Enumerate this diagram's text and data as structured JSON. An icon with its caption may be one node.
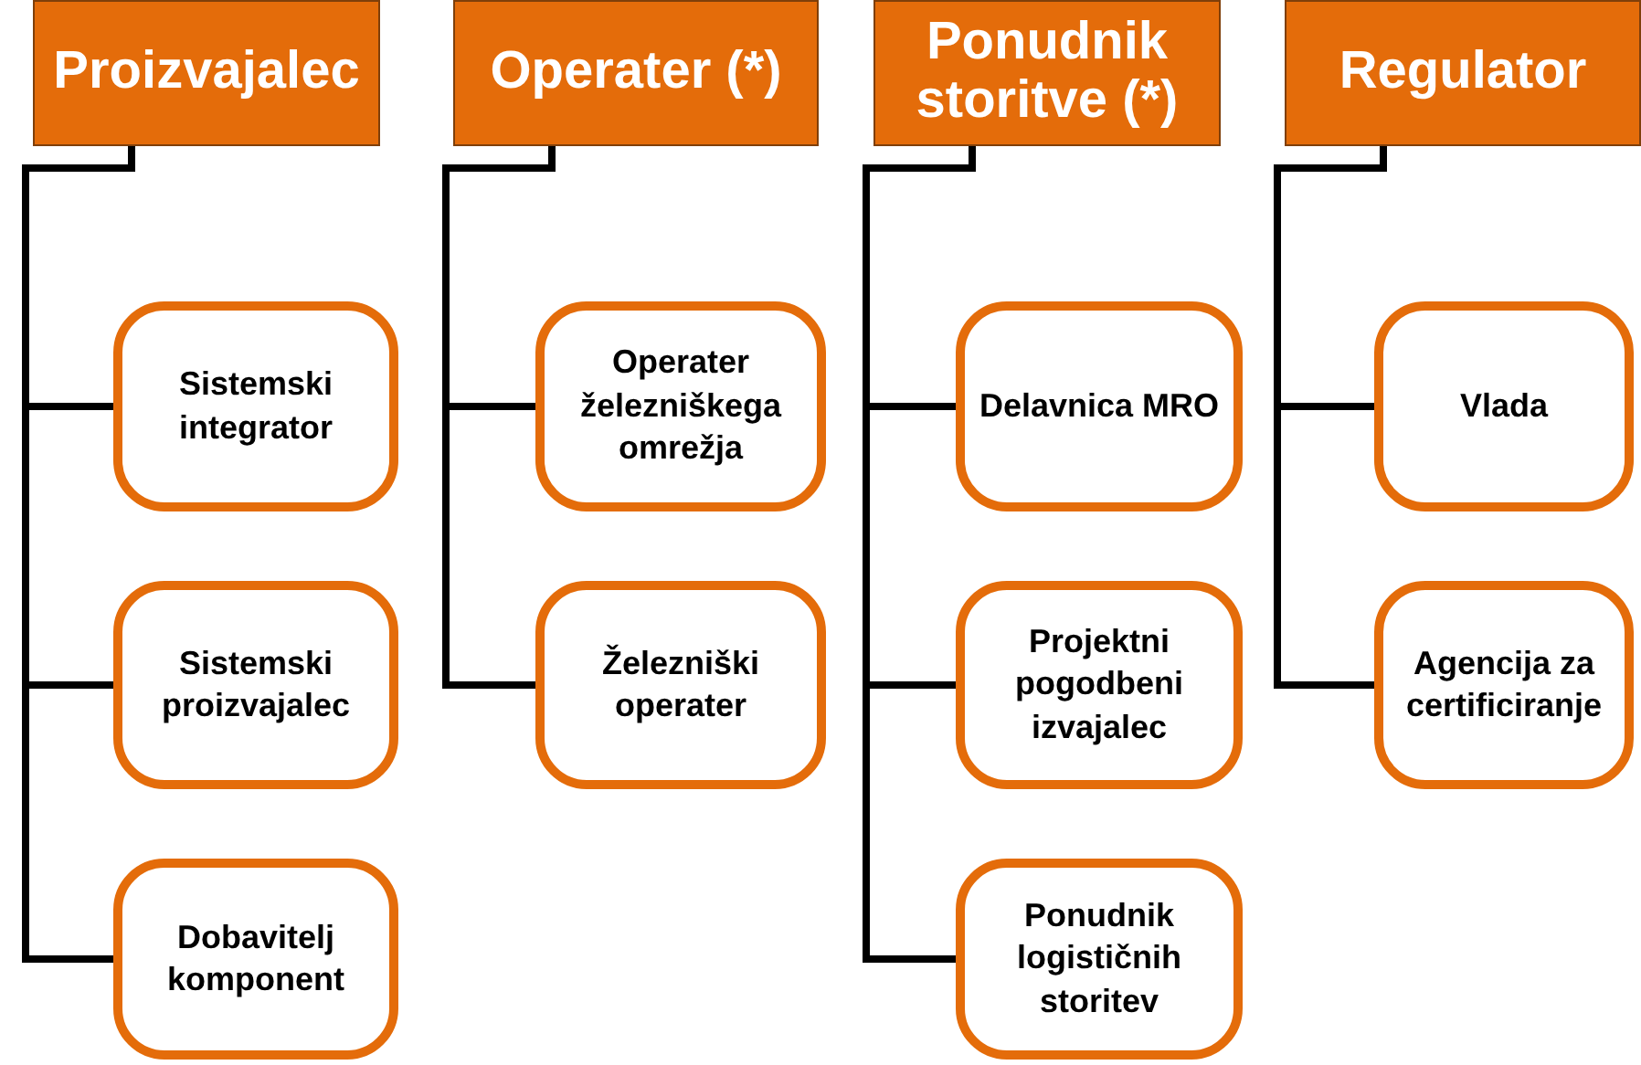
{
  "diagram": {
    "nodes": [
      {
        "text": [
          "Proizvajalec"
        ]
      },
      {
        "text": [
          "Sistemski integrator"
        ]
      },
      {
        "text": [
          "Sistemski proizvajalec"
        ]
      },
      {
        "text": [
          "Dobavitelj komponent"
        ]
      },
      {
        "text": [
          "Operater (*)"
        ]
      },
      {
        "text": [
          "Operater železniškega omrežja"
        ]
      },
      {
        "text": [
          "Železniški operater"
        ]
      },
      {
        "text": [
          "Ponudnik storitve (*)"
        ]
      },
      {
        "text": [
          "Delavnica MRO"
        ]
      },
      {
        "text": [
          "Projektni pogodbeni izvajalec"
        ]
      },
      {
        "text": [
          "Ponudnik logističnih storitev"
        ]
      },
      {
        "text": [
          "Regulator"
        ]
      },
      {
        "text": [
          "Vlada"
        ]
      },
      {
        "text": [
          "Agencija za certificiranje"
        ]
      }
    ],
    "edges": [
      {
        "from": 0,
        "to": 1,
        "arrow": "none"
      },
      {
        "from": 0,
        "to": 2,
        "arrow": "none"
      },
      {
        "from": 0,
        "to": 3,
        "arrow": "none"
      },
      {
        "from": 4,
        "to": 5,
        "arrow": "none"
      },
      {
        "from": 4,
        "to": 6,
        "arrow": "none"
      },
      {
        "from": 7,
        "to": 8,
        "arrow": "none"
      },
      {
        "from": 7,
        "to": 9,
        "arrow": "none"
      },
      {
        "from": 7,
        "to": 10,
        "arrow": "none"
      },
      {
        "from": 11,
        "to": 12,
        "arrow": "none"
      },
      {
        "from": 11,
        "to": 13,
        "arrow": "none"
      }
    ]
  }
}
